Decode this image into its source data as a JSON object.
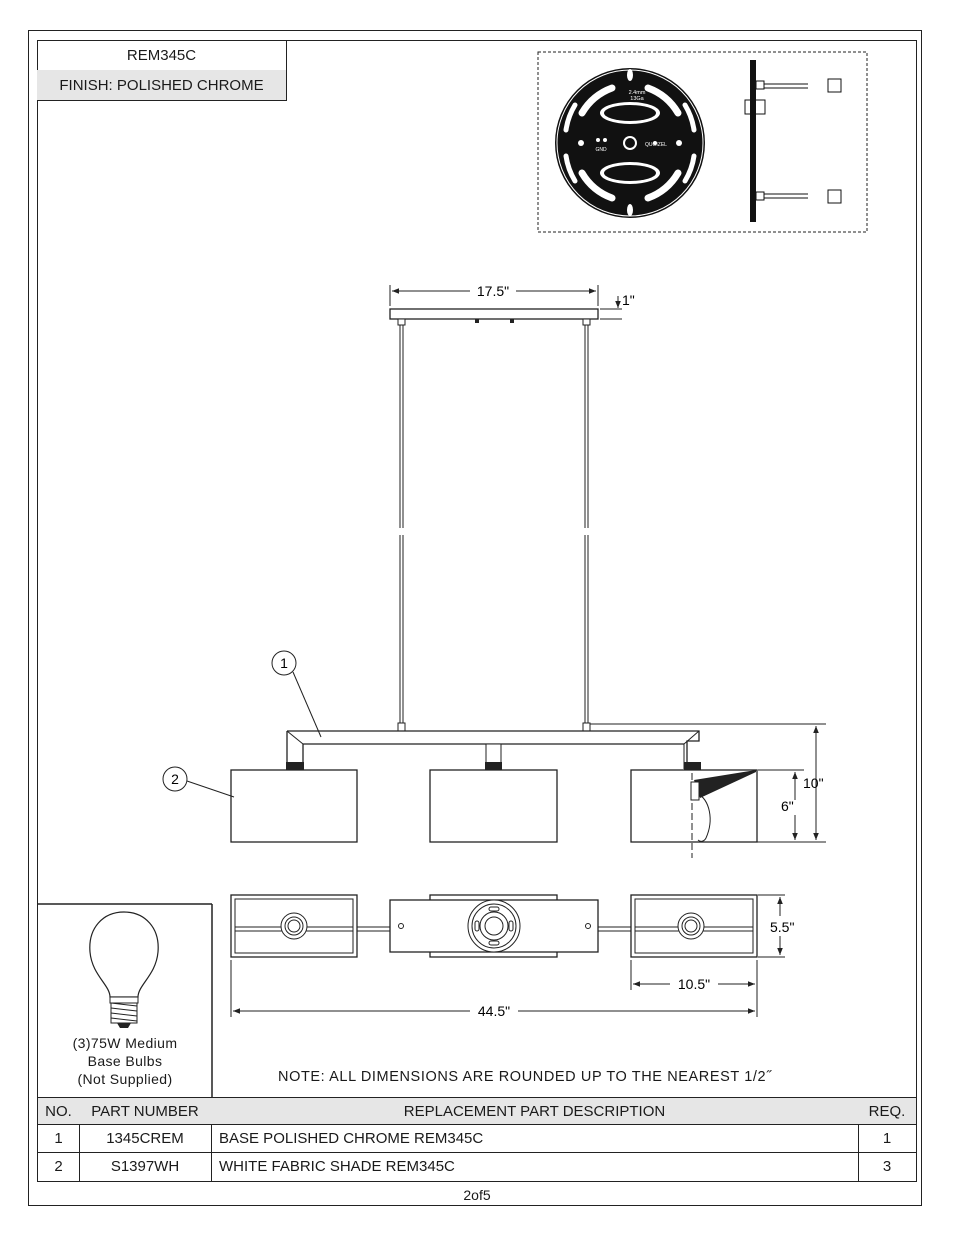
{
  "header": {
    "model": "REM345C",
    "finish": "FINISH: POLISHED CHROME"
  },
  "canopy_plate": {
    "thickness_label": "2.4mm",
    "gauge_label": "13Ga",
    "gnd_label": "GND",
    "brand_label": "QUOIZEL"
  },
  "dimensions": {
    "canopy_width": "17.5\"",
    "canopy_height": "1\"",
    "overall_height": "10\"",
    "shade_height": "6\"",
    "depth": "5.5\"",
    "shade_width": "10.5\"",
    "overall_length": "44.5\""
  },
  "callouts": [
    "1",
    "2"
  ],
  "bulb": {
    "line1": "(3)75W Medium",
    "line2": "Base Bulbs",
    "line3": "(Not Supplied)"
  },
  "note": "NOTE:  ALL DIMENSIONS ARE ROUNDED UP TO THE NEAREST  1/2˝",
  "parts_table": {
    "headers": {
      "no": "NO.",
      "part_number": "PART NUMBER",
      "description": "REPLACEMENT PART DESCRIPTION",
      "req": "REQ."
    },
    "rows": [
      {
        "no": "1",
        "part_number": "1345CREM",
        "description": "BASE POLISHED CHROME REM345C",
        "req": "1"
      },
      {
        "no": "2",
        "part_number": "S1397WH",
        "description": "WHITE FABRIC SHADE REM345C",
        "req": "3"
      }
    ]
  },
  "footer": {
    "page": "2of5"
  }
}
